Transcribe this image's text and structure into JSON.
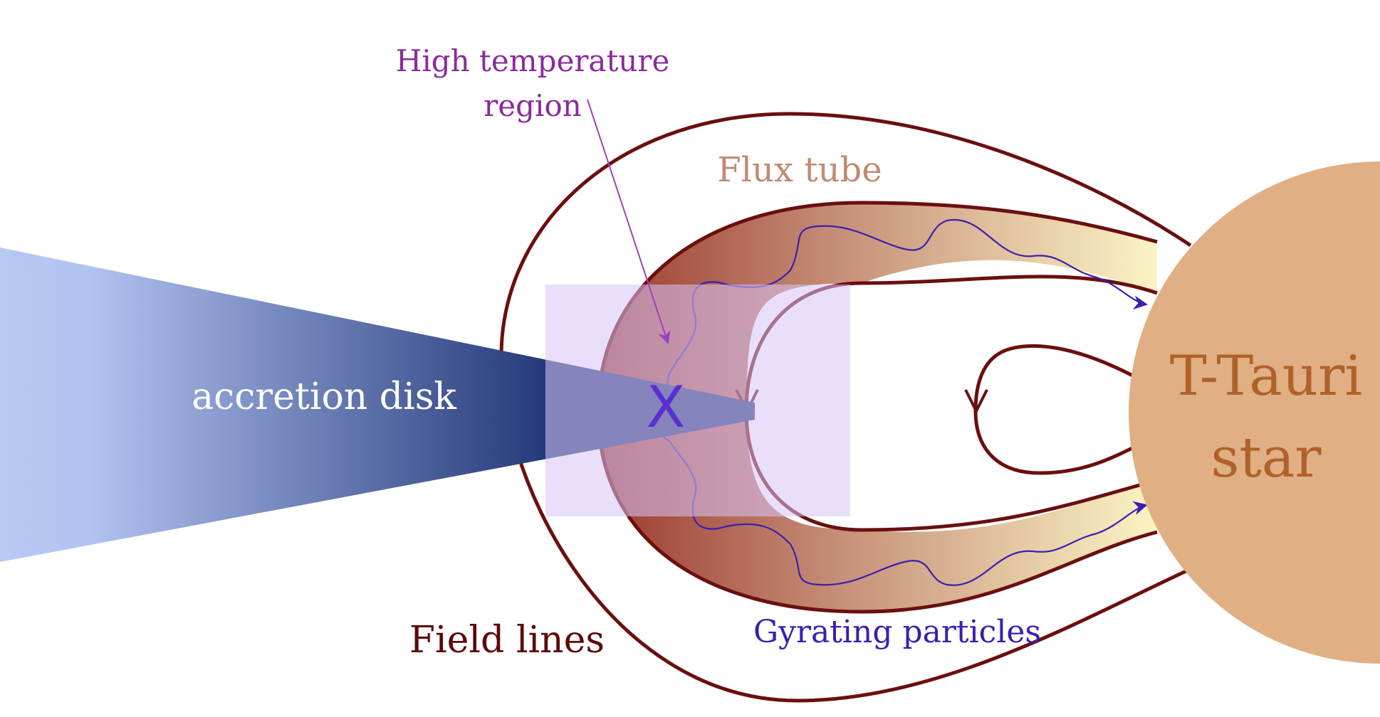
{
  "labels": {
    "high_temp_line1": "High temperature",
    "high_temp_line2": "region",
    "flux_tube": "Flux tube",
    "accretion_disk": "accretion disk",
    "star_line1": "T-Tauri",
    "star_line2": "star",
    "field_lines": "Field lines",
    "gyrating_particles": "Gyrating particles",
    "x_marker": "X"
  },
  "colors": {
    "field_line": "#6b0f0f",
    "flux_tube_dark": "#9b3a30",
    "flux_tube_mid": "#c8927a",
    "flux_tube_light": "#fbf3c4",
    "disk_dark": "#1f3576",
    "disk_light": "#b8c8f4",
    "star": "#e0b084",
    "star_text": "#b0622a",
    "high_temp_text": "#8b2a9b",
    "high_temp_region": "#d9c4f7",
    "flux_tube_text": "#c08a72",
    "particles": "#3a1fb0",
    "x_marker": "#5a2ed0",
    "disk_text": "#ffffff"
  }
}
